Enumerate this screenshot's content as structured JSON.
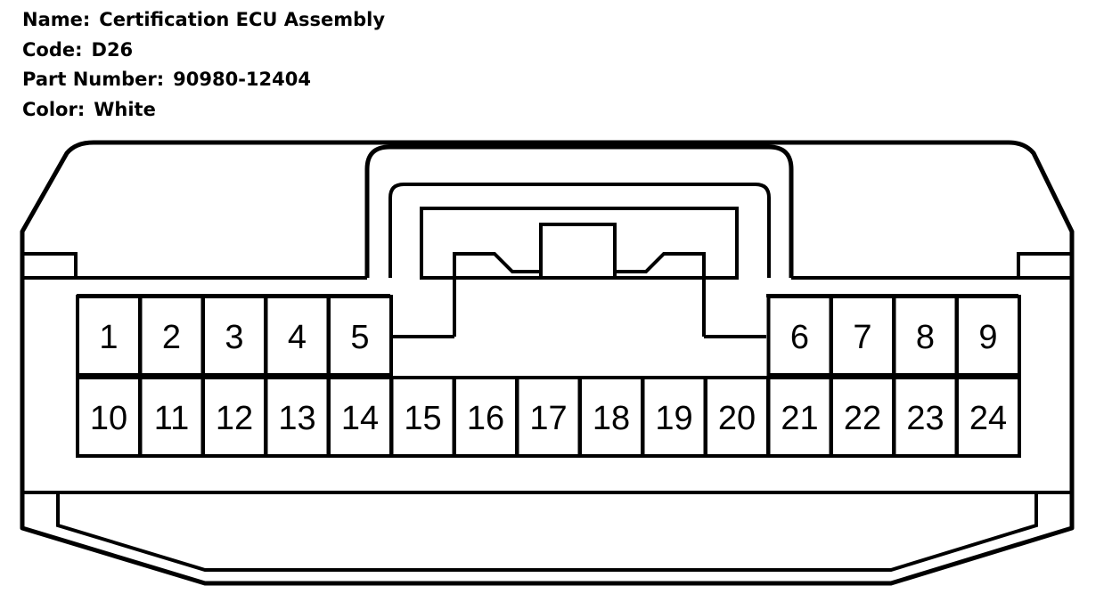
{
  "connector": {
    "name_label": "Name:",
    "name": "Certification ECU Assembly",
    "code_label": "Code:",
    "code": "D26",
    "part_label": "Part Number:",
    "part_number": "90980-12404",
    "color_label": "Color:",
    "color": "White"
  },
  "pins": {
    "top_left": [
      "1",
      "2",
      "3",
      "4",
      "5"
    ],
    "top_right": [
      "6",
      "7",
      "8",
      "9"
    ],
    "bottom": [
      "10",
      "11",
      "12",
      "13",
      "14",
      "15",
      "16",
      "17",
      "18",
      "19",
      "20",
      "21",
      "22",
      "23",
      "24"
    ]
  }
}
